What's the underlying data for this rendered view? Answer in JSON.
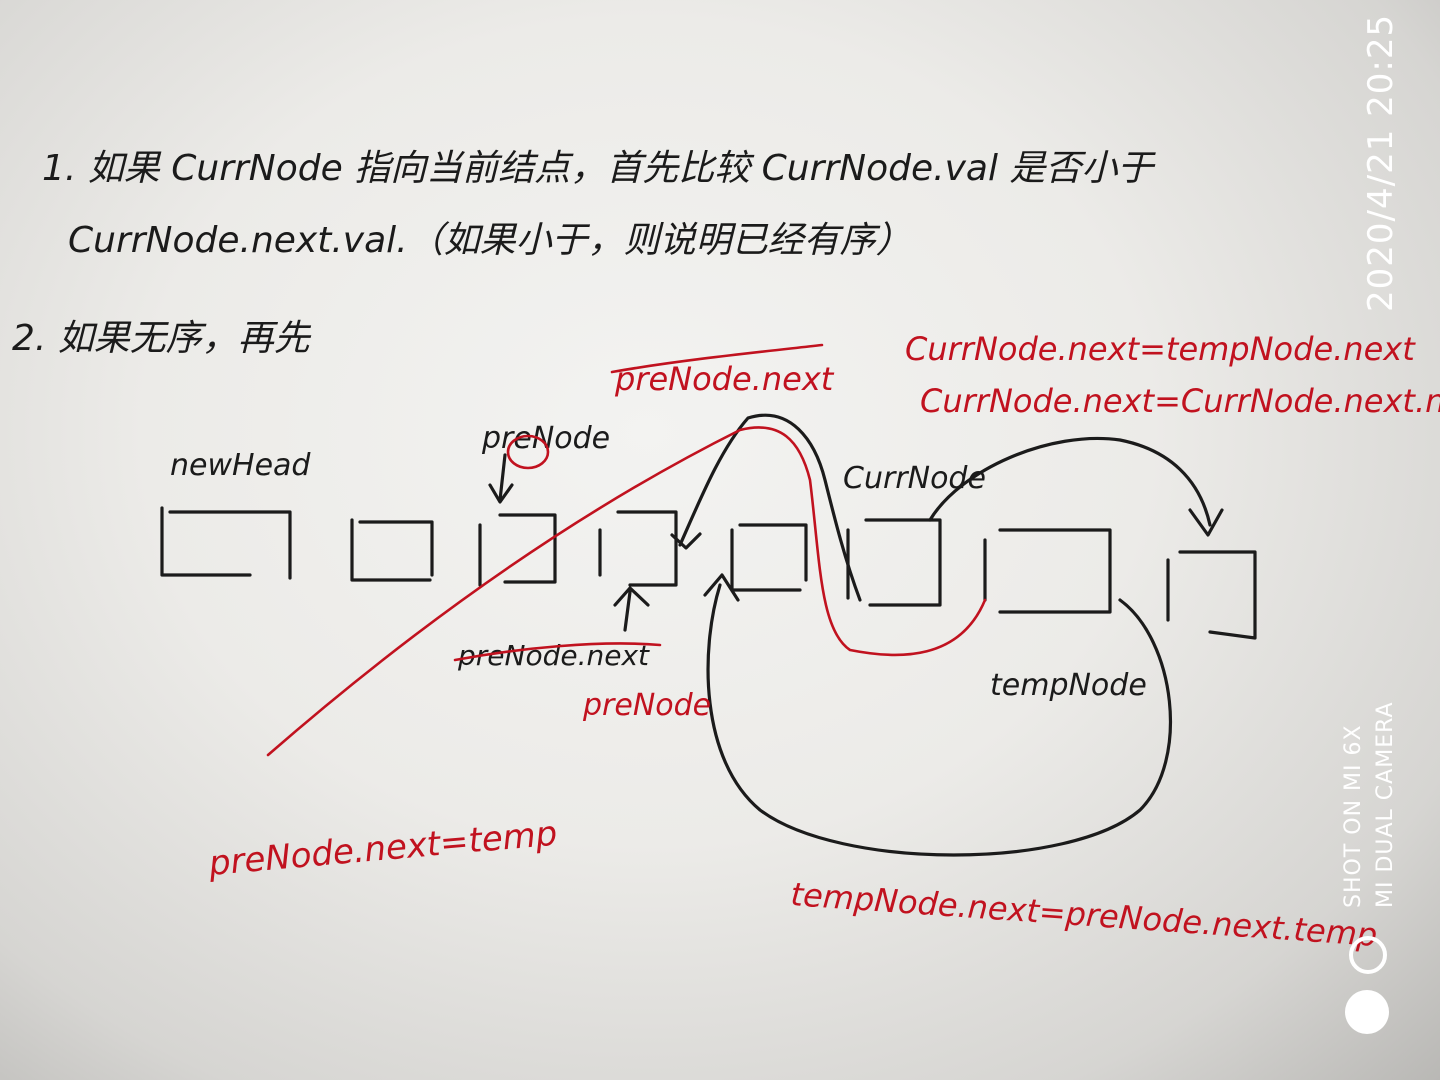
{
  "notes": {
    "line1": "1. 如果 CurrNode 指向当前结点，首先比较 CurrNode.val 是否小于",
    "line2": "CurrNode.next.val.（如果小于，则说明已经有序）",
    "line3": "2. 如果无序，再先"
  },
  "labels": {
    "newhead": "newHead",
    "prenode_top": "preNode",
    "currnode": "CurrNode",
    "tempnode": "tempNode",
    "prenode_next_struck": "preNode.next",
    "prenode_bottom": "preNode",
    "prenode_next_red_struck": "preNode.next"
  },
  "red_notes": {
    "top_right_1": "CurrNode.next=tempNode.next",
    "top_right_2": "CurrNode.next=CurrNode.next.next",
    "prenode_assign": "preNode.next=temp",
    "tempnode_assign": "tempNode.next=preNode.next.temp"
  },
  "watermark": {
    "timestamp": "2020/4/21  20:25",
    "camera_line1": "SHOT ON MI 6X",
    "camera_line2": "MI DUAL CAMERA"
  },
  "colors": {
    "paper": "#ecebe8",
    "ink_black": "#1b1b1b",
    "ink_red": "#c1121f"
  }
}
